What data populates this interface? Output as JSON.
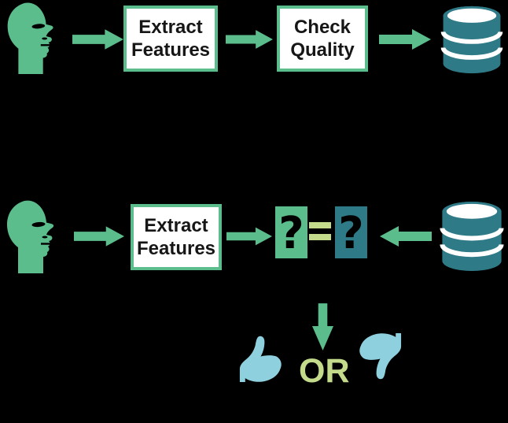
{
  "colors": {
    "background": "#000000",
    "green": "#5CBD8C",
    "teal": "#2F7A87",
    "light_green": "#C3DB8A",
    "light_blue": "#8ED0DD",
    "box_bg": "#FFFFFF",
    "box_text": "#161616"
  },
  "enrollment_row": {
    "person_icon": "person-head-profile",
    "arrow_icon": "arrow-right",
    "step1_label": "Extract\nFeatures",
    "step2_label": "Check\nQuality",
    "database_icon": "database-cylinder"
  },
  "verification_row": {
    "person_icon": "person-head-profile",
    "arrow_icon": "arrow-right",
    "step1_label": "Extract\nFeatures",
    "compare_left_symbol": "?",
    "compare_operator": "=",
    "compare_right_symbol": "?",
    "arrow_from_database_icon": "arrow-left",
    "database_icon": "database-cylinder"
  },
  "decision_row": {
    "down_arrow_icon": "arrow-down",
    "accept_icon": "thumbs-up",
    "or_label": "OR",
    "reject_icon": "thumbs-down"
  }
}
